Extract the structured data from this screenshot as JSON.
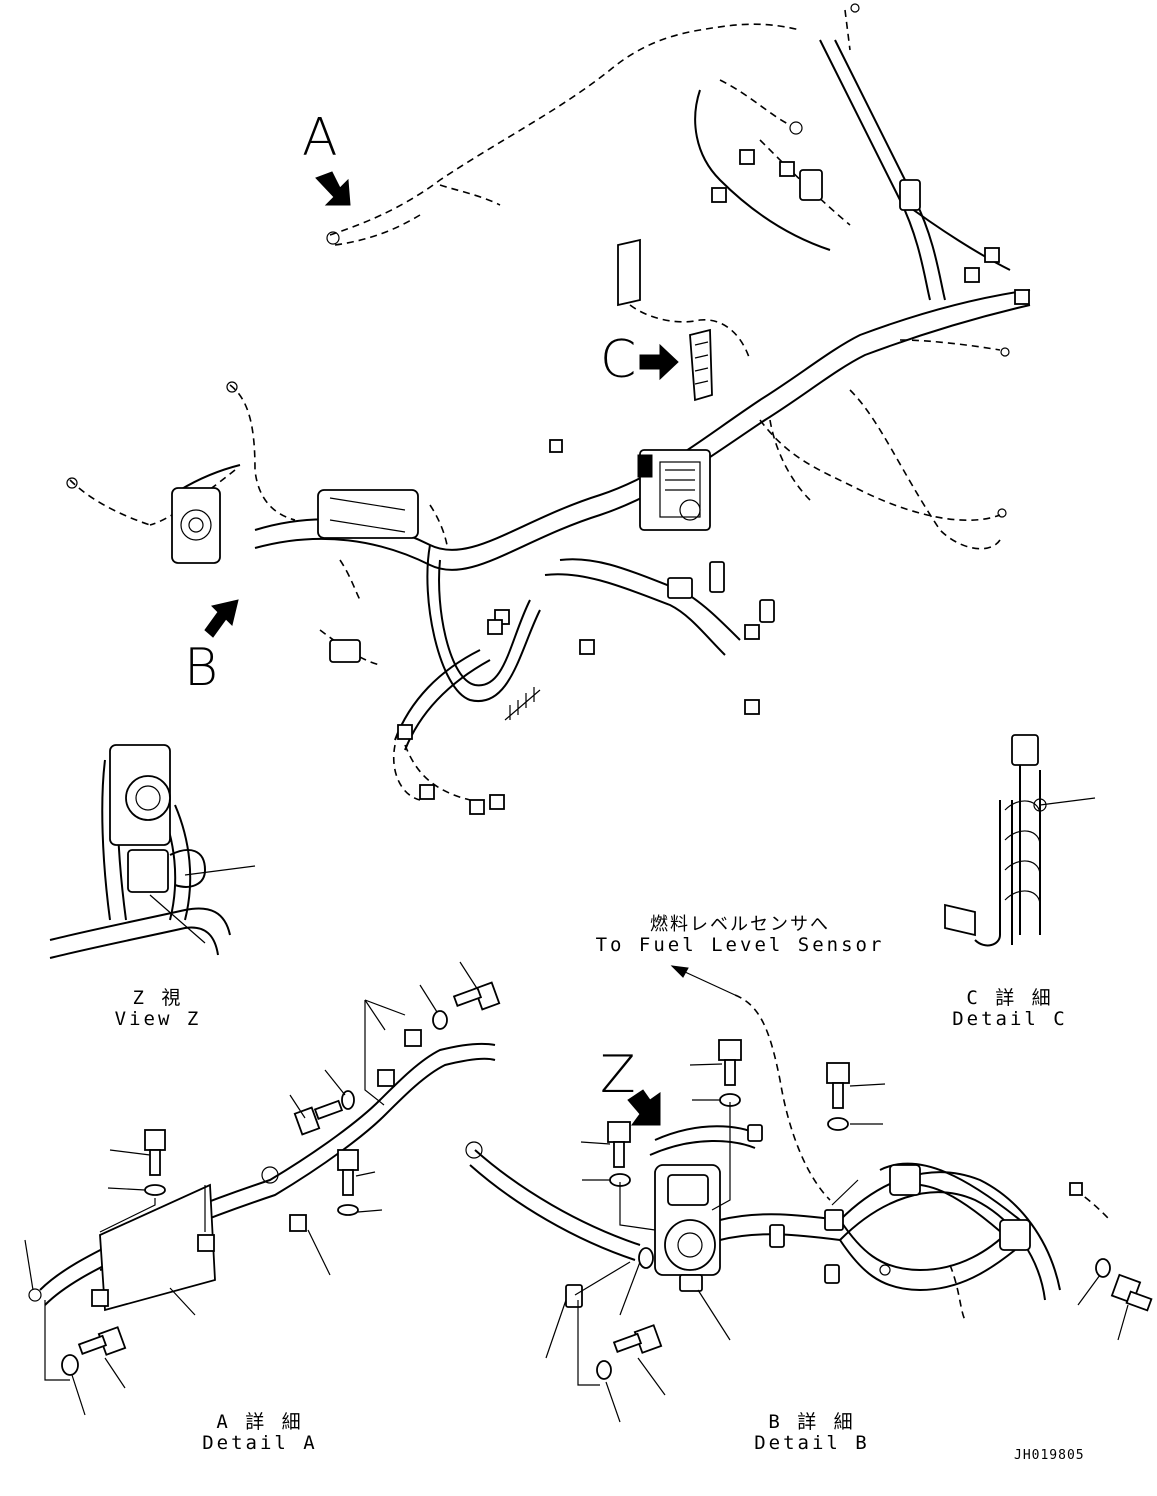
{
  "view_letters": {
    "a": "A",
    "b": "B",
    "c": "C",
    "z": "Z"
  },
  "captions": {
    "view_z_jp": "Z 視",
    "view_z_en": "View Z",
    "detail_c_jp": "C 詳 細",
    "detail_c_en": "Detail C",
    "detail_a_jp": "A 詳 細",
    "detail_a_en": "Detail A",
    "detail_b_jp": "B 詳 細",
    "detail_b_en": "Detail B"
  },
  "fuel_sensor_note": {
    "jp": "燃料レベルセンサへ",
    "en": "To Fuel Level Sensor"
  },
  "drawing_code": "JH019805"
}
